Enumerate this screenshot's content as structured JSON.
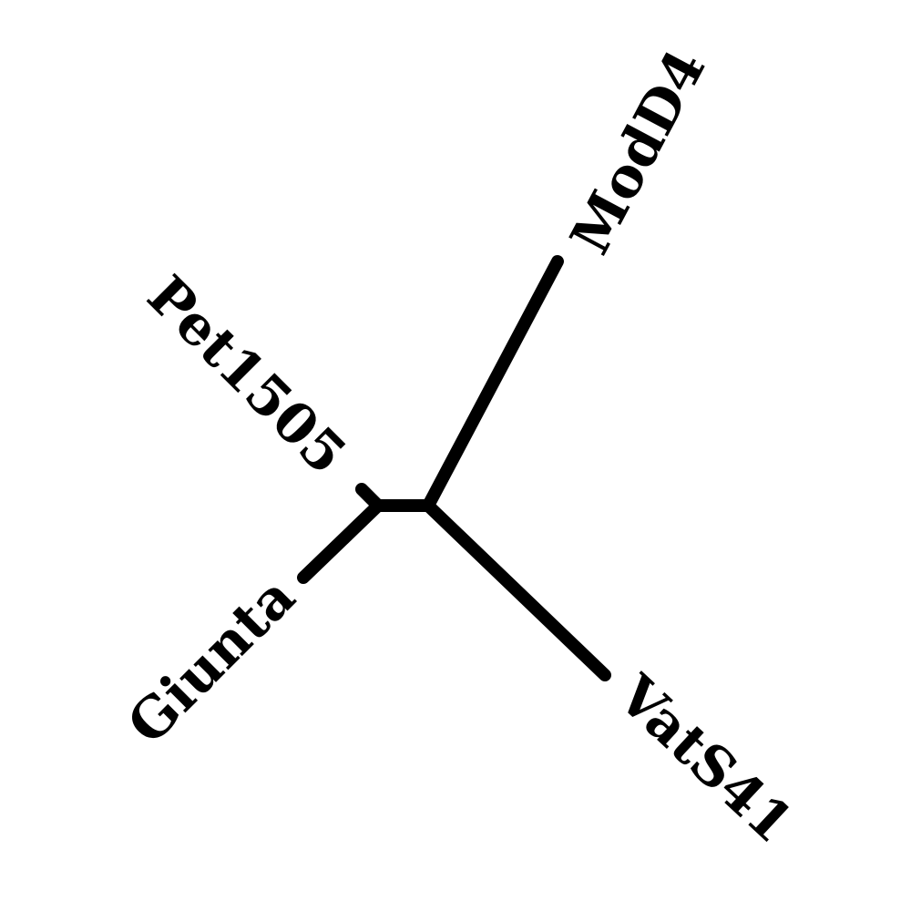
{
  "diagram": {
    "type": "unrooted phylogenetic tree",
    "line_color": "#000000",
    "background_color": "#ffffff",
    "taxa": [
      {
        "id": "modd4",
        "label": "ModD4"
      },
      {
        "id": "pet1505",
        "label": "Pet1505"
      },
      {
        "id": "giunta",
        "label": "Giunta"
      },
      {
        "id": "vats41",
        "label": "VatS41"
      }
    ],
    "edges": [
      {
        "from": "internal-right",
        "to": "modd4"
      },
      {
        "from": "internal-right",
        "to": "vats41"
      },
      {
        "from": "internal-right",
        "to": "internal-left"
      },
      {
        "from": "internal-left",
        "to": "pet1505"
      },
      {
        "from": "internal-left",
        "to": "giunta"
      }
    ]
  }
}
